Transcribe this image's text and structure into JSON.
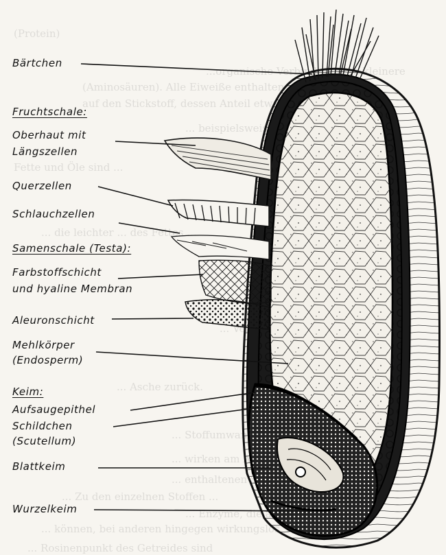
{
  "labels": {
    "baertchen": "Bärtchen",
    "fruchtschale": "Fruchtschale:",
    "oberhaut_1": "Oberhaut mit",
    "oberhaut_2": "Längszellen",
    "querzellen": "Querzellen",
    "schlauchzellen": "Schlauchzellen",
    "samenschale": "Samenschale (Testa):",
    "farbstoff_1": "Farbstoffschicht",
    "farbstoff_2": "und hyaline Membran",
    "aleuron": "Aleuronschicht",
    "mehl_1": "Mehlkörper",
    "mehl_2": "(Endosperm)",
    "keim": "Keim:",
    "aufsaug": "Aufsaugepithel",
    "schild_1": "Schildchen",
    "schild_2": "(Scutellum)",
    "blattkeim": "Blattkeim",
    "wurzelkeim": "Wurzelkeim"
  },
  "show_through": [
    "(Protein)",
    "...organische Verbindungen... kleinere",
    "(Aminosäuren). Alle Eiweiße enthalten neben",
    "auf den Stickstoff, dessen Anteil etwa ...",
    "... beispielsweise",
    "Fette und Öle sind ... ",
    "... die leichter ... des Fettes ...",
    "... Verbindungen. Bei ...",
    "... Asche zurück.",
    "... Stoffumwandlungen ...",
    "... wirken am Aufbau ...",
    "... enthaltenen Stoffe nur von ...",
    "... Zu den einzelnen Stoffen ...",
    "... Enzyme, die auch ...",
    "... können, bei anderen hingegen wirkungslos. Die beiden",
    "... Rosinenpunkt des Getreides sind"
  ],
  "colors": {
    "ink": "#111111",
    "paper": "#f7f5f0",
    "bleed": "#5a5a5a"
  }
}
